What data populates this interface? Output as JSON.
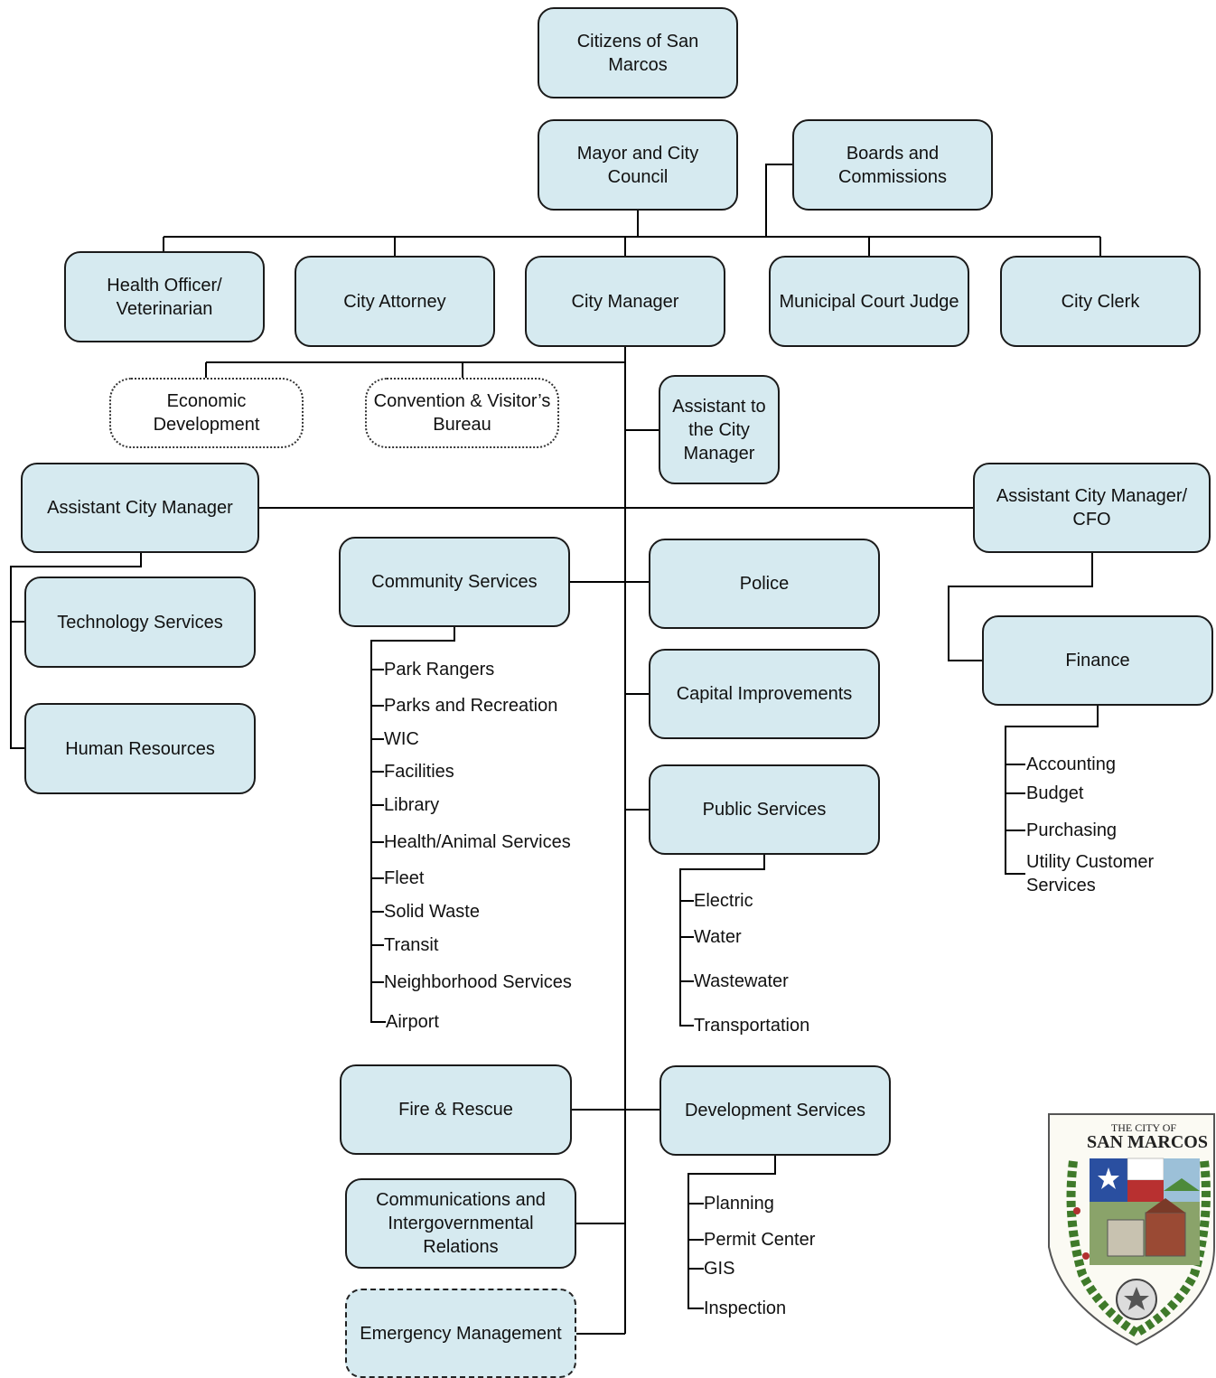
{
  "boxes": {
    "citizens": "Citizens of San Marcos",
    "mayor": "Mayor and City Council",
    "boards": "Boards and Commissions",
    "health_officer": "Health Officer/ Veterinarian",
    "city_attorney": "City Attorney",
    "city_manager": "City Manager",
    "court_judge": "Municipal Court Judge",
    "city_clerk": "City Clerk",
    "economic_dev": "Economic Development",
    "convention": "Convention & Visitor’s Bureau",
    "assistant_to_cm": "Assistant to the City Manager",
    "acm": "Assistant City Manager",
    "acm_cfo": "Assistant City Manager/ CFO",
    "technology": "Technology Services",
    "human_resources": "Human Resources",
    "community_services": "Community Services",
    "police": "Police",
    "capital_improvements": "Capital Improvements",
    "public_services": "Public Services",
    "finance": "Finance",
    "fire_rescue": "Fire & Rescue",
    "development_services": "Development Services",
    "communications": "Communications and Intergovernmental Relations",
    "emergency": "Emergency Management"
  },
  "community_services_items": [
    "Park Rangers",
    "Parks and Recreation",
    "WIC",
    "Facilities",
    "Library",
    "Health/Animal Services",
    "Fleet",
    "Solid Waste",
    "Transit",
    "Neighborhood Services",
    "Airport"
  ],
  "public_services_items": [
    "Electric",
    "Water",
    "Wastewater",
    "Transportation"
  ],
  "finance_items": [
    "Accounting",
    "Budget",
    "Purchasing",
    "Utility Customer Services"
  ],
  "development_items": [
    "Planning",
    "Permit Center",
    "GIS",
    "Inspection"
  ],
  "seal": {
    "line1": "THE CITY OF",
    "line2": "SAN MARCOS"
  },
  "colors": {
    "box_fill": "#d6eaf0",
    "line": "#000000"
  }
}
